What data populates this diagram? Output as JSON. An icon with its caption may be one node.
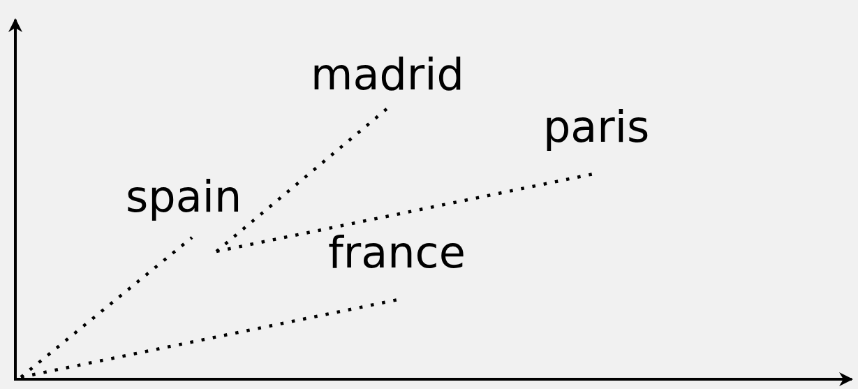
{
  "diagram": {
    "nodes": [
      {
        "text": [
          "spain"
        ]
      },
      {
        "text": [
          "madrid"
        ]
      },
      {
        "text": [
          "paris"
        ]
      },
      {
        "text": [
          "france"
        ]
      }
    ],
    "edges": [
      {
        "from": null,
        "to": 0,
        "arrow": "none"
      },
      {
        "from": null,
        "to": 3,
        "arrow": "none"
      },
      {
        "from": null,
        "to": 1,
        "arrow": "none"
      },
      {
        "from": null,
        "to": 2,
        "arrow": "none"
      }
    ]
  }
}
